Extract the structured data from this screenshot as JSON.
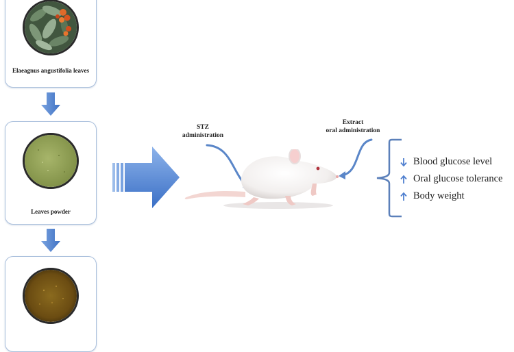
{
  "stages": [
    {
      "label": "Elaeagnus angustifolia leaves",
      "icon": "leaves-photo"
    },
    {
      "label": "Leaves powder",
      "icon": "powder-photo"
    },
    {
      "label": "",
      "icon": "extract-photo"
    }
  ],
  "annotations": {
    "stz": [
      "STZ",
      "administration"
    ],
    "extract": [
      "Extract",
      "oral administration"
    ]
  },
  "outcomes": [
    {
      "label": "Blood glucose level",
      "direction": "down"
    },
    {
      "label": "Oral glucose tolerance",
      "direction": "up"
    },
    {
      "label": "Body weight",
      "direction": "up"
    }
  ],
  "colors": {
    "arrow_blue": "#4f83d0",
    "card_border": "#a9bfdc",
    "brace": "#5b80ba"
  }
}
